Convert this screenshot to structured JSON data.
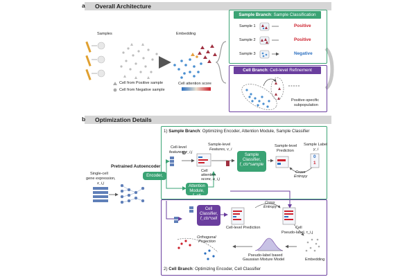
{
  "section_a": {
    "letter": "a",
    "title": "Overall Architecture"
  },
  "section_b": {
    "letter": "b",
    "title": "Optimization Details"
  },
  "panel_a": {
    "samples_label": "Samples",
    "embedding_label": "Embedding",
    "legend_positive": "Cell from Positive sample",
    "legend_negative": "Cell from Negative sample",
    "colorbar_label": "Cell attention score",
    "sample_branch": {
      "header_bold": "Sample Branch",
      "header_rest": ": Sample Classification",
      "rows": [
        {
          "sample": "Sample 1",
          "prediction": "Positive"
        },
        {
          "sample": "Sample 2",
          "prediction": "Positive"
        },
        {
          "sample": "Sample 3",
          "prediction": "Negative"
        }
      ]
    },
    "cell_branch": {
      "header_bold": "Cell Branch",
      "header_rest": ": Cell-level Refinement",
      "subpop_line1": "Positive-specific",
      "subpop_line2": "subpopulation"
    }
  },
  "panel_b": {
    "sample_branch_title_num": "1)",
    "sample_branch_title_bold": "Sample Branch",
    "sample_branch_title_rest": ": Optimizing Encoder, Attention Module, Sample Classifier",
    "cell_branch_title_num": "2)",
    "cell_branch_title_bold": "Cell Branch",
    "cell_branch_title_rest": ": Optimizing Encoder, Cell Classifier",
    "pretrained": "Pretrained Autoencoder",
    "gene_expr_1": "Single-cell",
    "gene_expr_2": "gene expression,",
    "gene_expr_3": "x_i,j",
    "encoder": "Encoder, f_enc",
    "cell_features_1": "Cell-level",
    "cell_features_2": "features, z_i,j",
    "sample_features_1": "Sample-level",
    "sample_features_2": "Features, v_i",
    "attn_score_1": "Cell",
    "attn_score_2": "attention",
    "attn_score_3": "score, a_i,j",
    "sample_classifier_1": "Sample",
    "sample_classifier_2": "Classifier,",
    "sample_classifier_3": "f_cls^sample",
    "sample_pred_1": "Sample-level",
    "sample_pred_2": "Prediction",
    "sample_label_1": "Sample Label",
    "sample_label_2": "y_i",
    "label_zero": "0",
    "label_one": "1",
    "cross_entropy_1": "Cross",
    "cross_entropy_2": "Entropy",
    "attention_module_1": "Attention",
    "attention_module_2": "Module, f_att",
    "cell_classifier_1": "Cell",
    "cell_classifier_2": "Classifier,",
    "cell_classifier_3": "f_cls^cell",
    "cell_pred": "Cell-level Prediction",
    "pseudo_1": "Cell",
    "pseudo_2": "Pseudo-label, τ_i,j",
    "orthogonal_1": "Orthogonal",
    "orthogonal_2": "Projection",
    "gmm_1": "Pseudo-label based",
    "gmm_2": "Gaussian Mixture Model",
    "embedding": "Embedding",
    "otimes": "⊗"
  },
  "colors": {
    "green": "#3aa374",
    "purple": "#6a3e9e",
    "positive_red": "#cc1f2b",
    "negative_blue": "#2b6fc0",
    "section_bar": "#d6d6d6"
  }
}
